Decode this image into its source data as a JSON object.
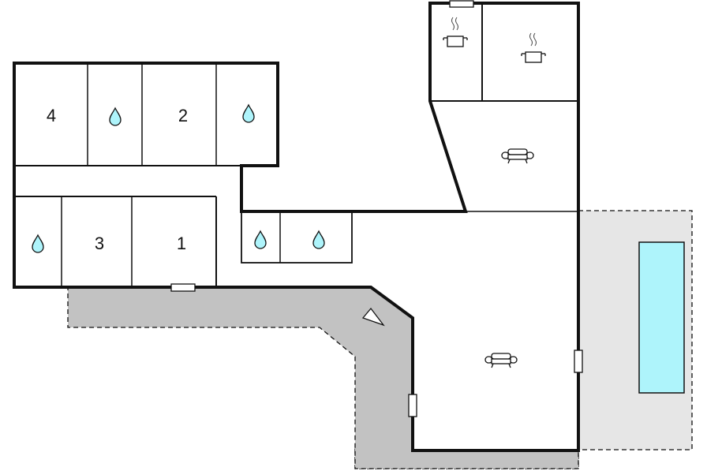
{
  "colors": {
    "wall": "#111111",
    "terrace": "#c2c2c2",
    "garden": "#e6e6e6",
    "pool": "#aef4fb",
    "water": "#aef4fb",
    "window": "#ffffff"
  },
  "rooms": {
    "room_4": "4",
    "room_2": "2",
    "room_3": "3",
    "room_1": "1"
  },
  "icons": {
    "bathroom": "water-drop-icon",
    "kitchen": "cooking-pot-icon",
    "living": "sofa-icon",
    "entrance": "entrance-arrow-icon",
    "pool": "pool-icon"
  }
}
